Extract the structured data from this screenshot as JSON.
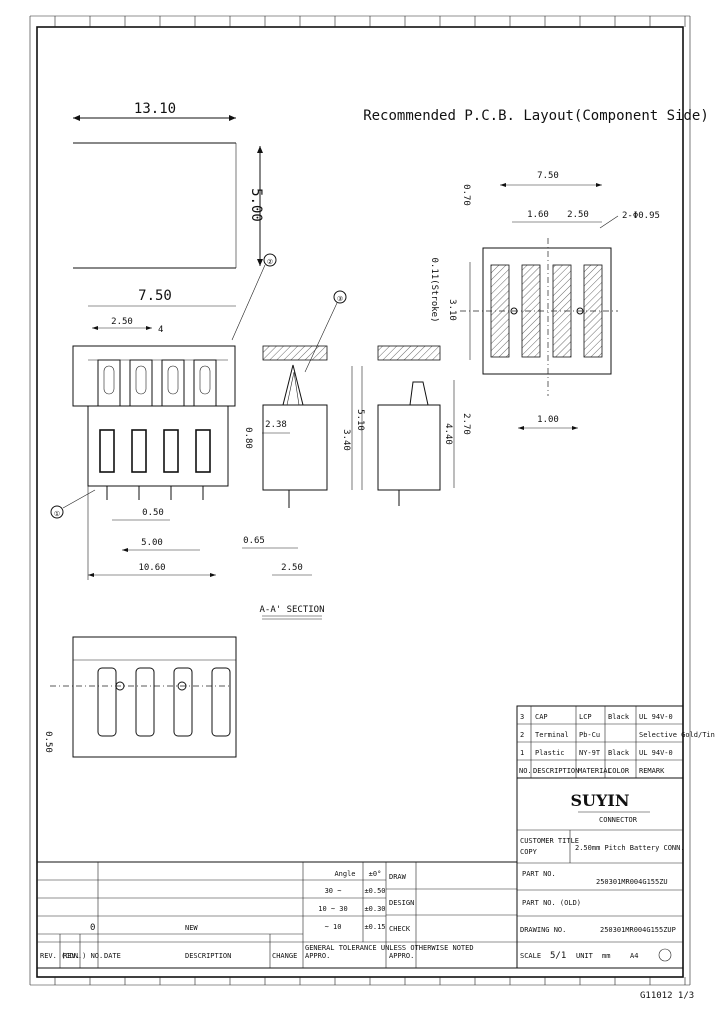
{
  "drawing": {
    "top_title": "Recommended P.C.B. Layout(Component Side)",
    "dims": {
      "top_width": "13.10",
      "top_height": "5.00",
      "front_pitch": "2.50",
      "front_span": "7.50",
      "front_h": "4",
      "pin_w": "0.50",
      "pin_span": "5.00",
      "total_w": "10.60",
      "side_238": "2.38",
      "side_340": "3.40",
      "side_510": "5.10",
      "side_064": "0.65",
      "side_250": "2.50",
      "side_083": "0.80",
      "pcb_750": "7.50",
      "pcb_160": "1.60",
      "pcb_250": "2.50",
      "pcb_hole": "2-Φ0.95",
      "pcb_20": "2.70",
      "pcb_310": "3.10",
      "pcb_slot": "0.11(Stroke)",
      "pcb_440": "4.40",
      "pcb_070": "0.70",
      "pcb_100": "1.00",
      "left_050": "0.50"
    },
    "labels": {
      "section": "A-A' SECTION",
      "callout_1": "①",
      "callout_2": "②",
      "callout_3": "③"
    }
  },
  "bom": {
    "rows": [
      {
        "no": "3",
        "desc": "CAP",
        "material": "LCP",
        "color": "Black",
        "remark": "UL 94V-0"
      },
      {
        "no": "2",
        "desc": "Terminal",
        "material": "Pb-Cu",
        "color": "",
        "remark": "Selective Gold/Tin"
      },
      {
        "no": "1",
        "desc": "Plastic",
        "material": "NY-9T",
        "color": "Black",
        "remark": "UL 94V-0"
      }
    ],
    "header": {
      "no": "NO.",
      "desc": "DESCRIPTION",
      "material": "MATERIAL",
      "color": "COLOR",
      "remark": "REMARK"
    }
  },
  "title_block": {
    "brand": "SUYIN",
    "brand_sub": "CONNECTOR",
    "customer_title_label": "CUSTOMER TITLE",
    "copy_label": "COPY",
    "title_value": "2.50mm Pitch Battery CONN.",
    "part_no_label": "PART NO.",
    "part_no_value": "250301MR004G155ZU",
    "part_no2_label": "PART NO. (OLD)",
    "drawing_no_label": "DRAWING NO.",
    "drawing_no_value": "250301MR004G155ZUP",
    "scale_label": "SCALE",
    "scale_value": "5/1",
    "unit_label": "UNIT",
    "unit_value": "mm",
    "size_value": "A4",
    "drawing_id": "-",
    "footer_code": "G11012 1/3"
  },
  "revision_block": {
    "angle_label": "Angle",
    "tol_label": "±0°",
    "tol_rows": [
      {
        "range": "30 ~",
        "tol": "±0.50"
      },
      {
        "range": "10 ~ 30",
        "tol": "±0.30"
      },
      {
        "range": "~ 10",
        "tol": "±0.15"
      }
    ],
    "roles": [
      "DRAW",
      "DESIGN",
      "CHECK",
      "APPRO."
    ],
    "rev_no": "0",
    "rev_desc": "NEW",
    "header": [
      "REV. (CON.) NO.",
      "REV.",
      "DATE",
      "DESCRIPTION",
      "CHANGE",
      "APPRO."
    ],
    "note": "GENERAL TOLERANCE UNLESS OTHERWISE NOTED"
  }
}
